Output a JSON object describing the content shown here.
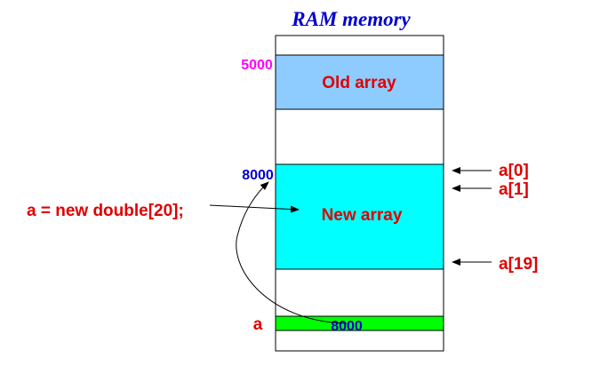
{
  "title": "RAM memory",
  "blocks": {
    "old_array": {
      "label": "Old array",
      "address": "5000",
      "fill": "#8ecbff"
    },
    "new_array": {
      "label": "New array",
      "address": "8000",
      "fill": "#00ffff"
    },
    "variable": {
      "name": "a",
      "value": "8000",
      "fill": "#00ff00"
    }
  },
  "statement": "a = new double[20];",
  "element_labels": [
    "a[0]",
    "a[1]",
    "a[19]"
  ],
  "colors": {
    "title": "#0000cc",
    "label_red": "#e00000",
    "address_magenta": "#ff00ff",
    "address_blue": "#0000cc"
  }
}
